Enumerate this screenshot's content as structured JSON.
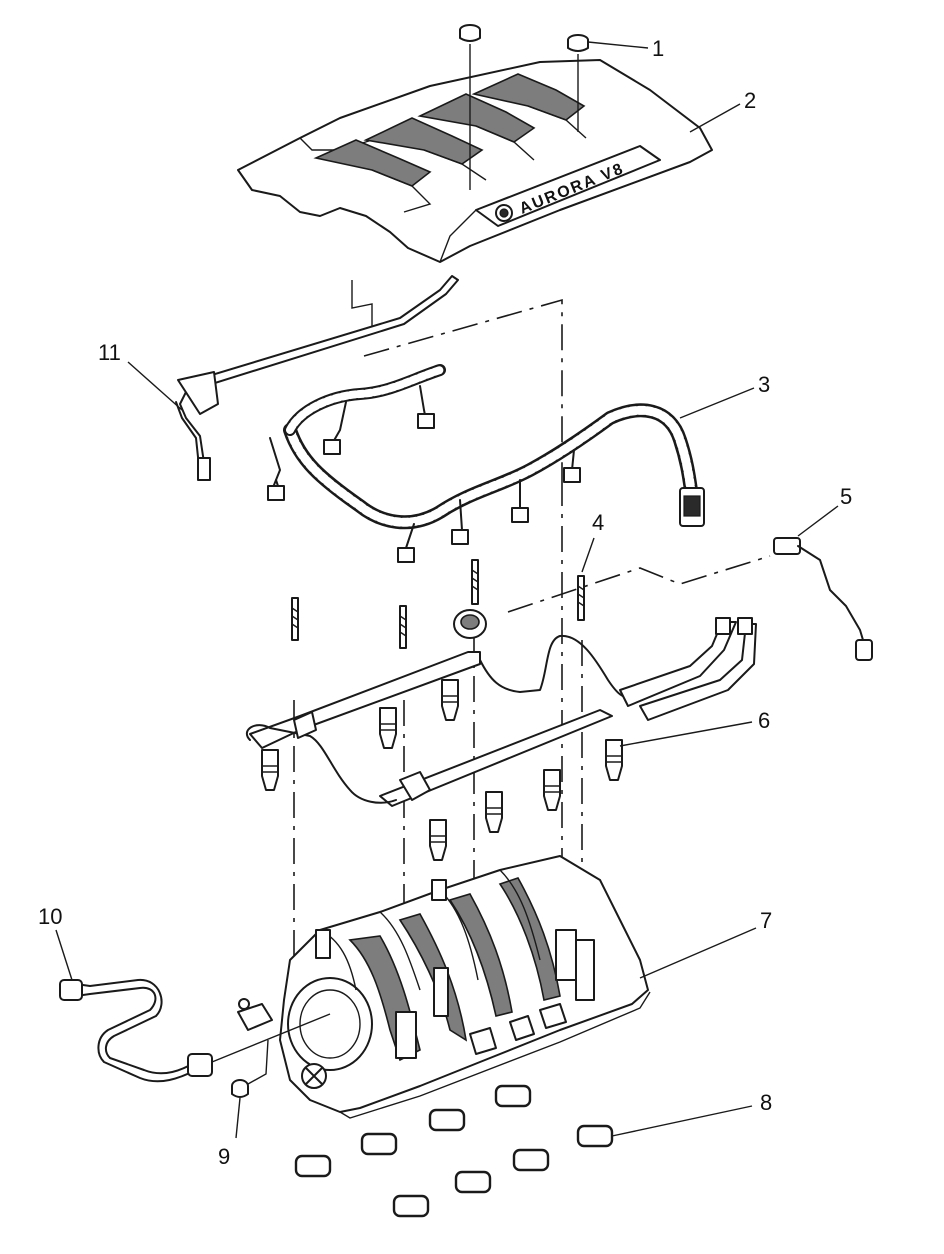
{
  "diagram": {
    "cover_emblem_text": "AURORA V8",
    "callouts": [
      {
        "id": "callout-1",
        "label": "1"
      },
      {
        "id": "callout-2",
        "label": "2"
      },
      {
        "id": "callout-3",
        "label": "3"
      },
      {
        "id": "callout-4",
        "label": "4"
      },
      {
        "id": "callout-5",
        "label": "5"
      },
      {
        "id": "callout-6",
        "label": "6"
      },
      {
        "id": "callout-7",
        "label": "7"
      },
      {
        "id": "callout-8",
        "label": "8"
      },
      {
        "id": "callout-9",
        "label": "9"
      },
      {
        "id": "callout-10",
        "label": "10"
      },
      {
        "id": "callout-11",
        "label": "11"
      }
    ]
  }
}
